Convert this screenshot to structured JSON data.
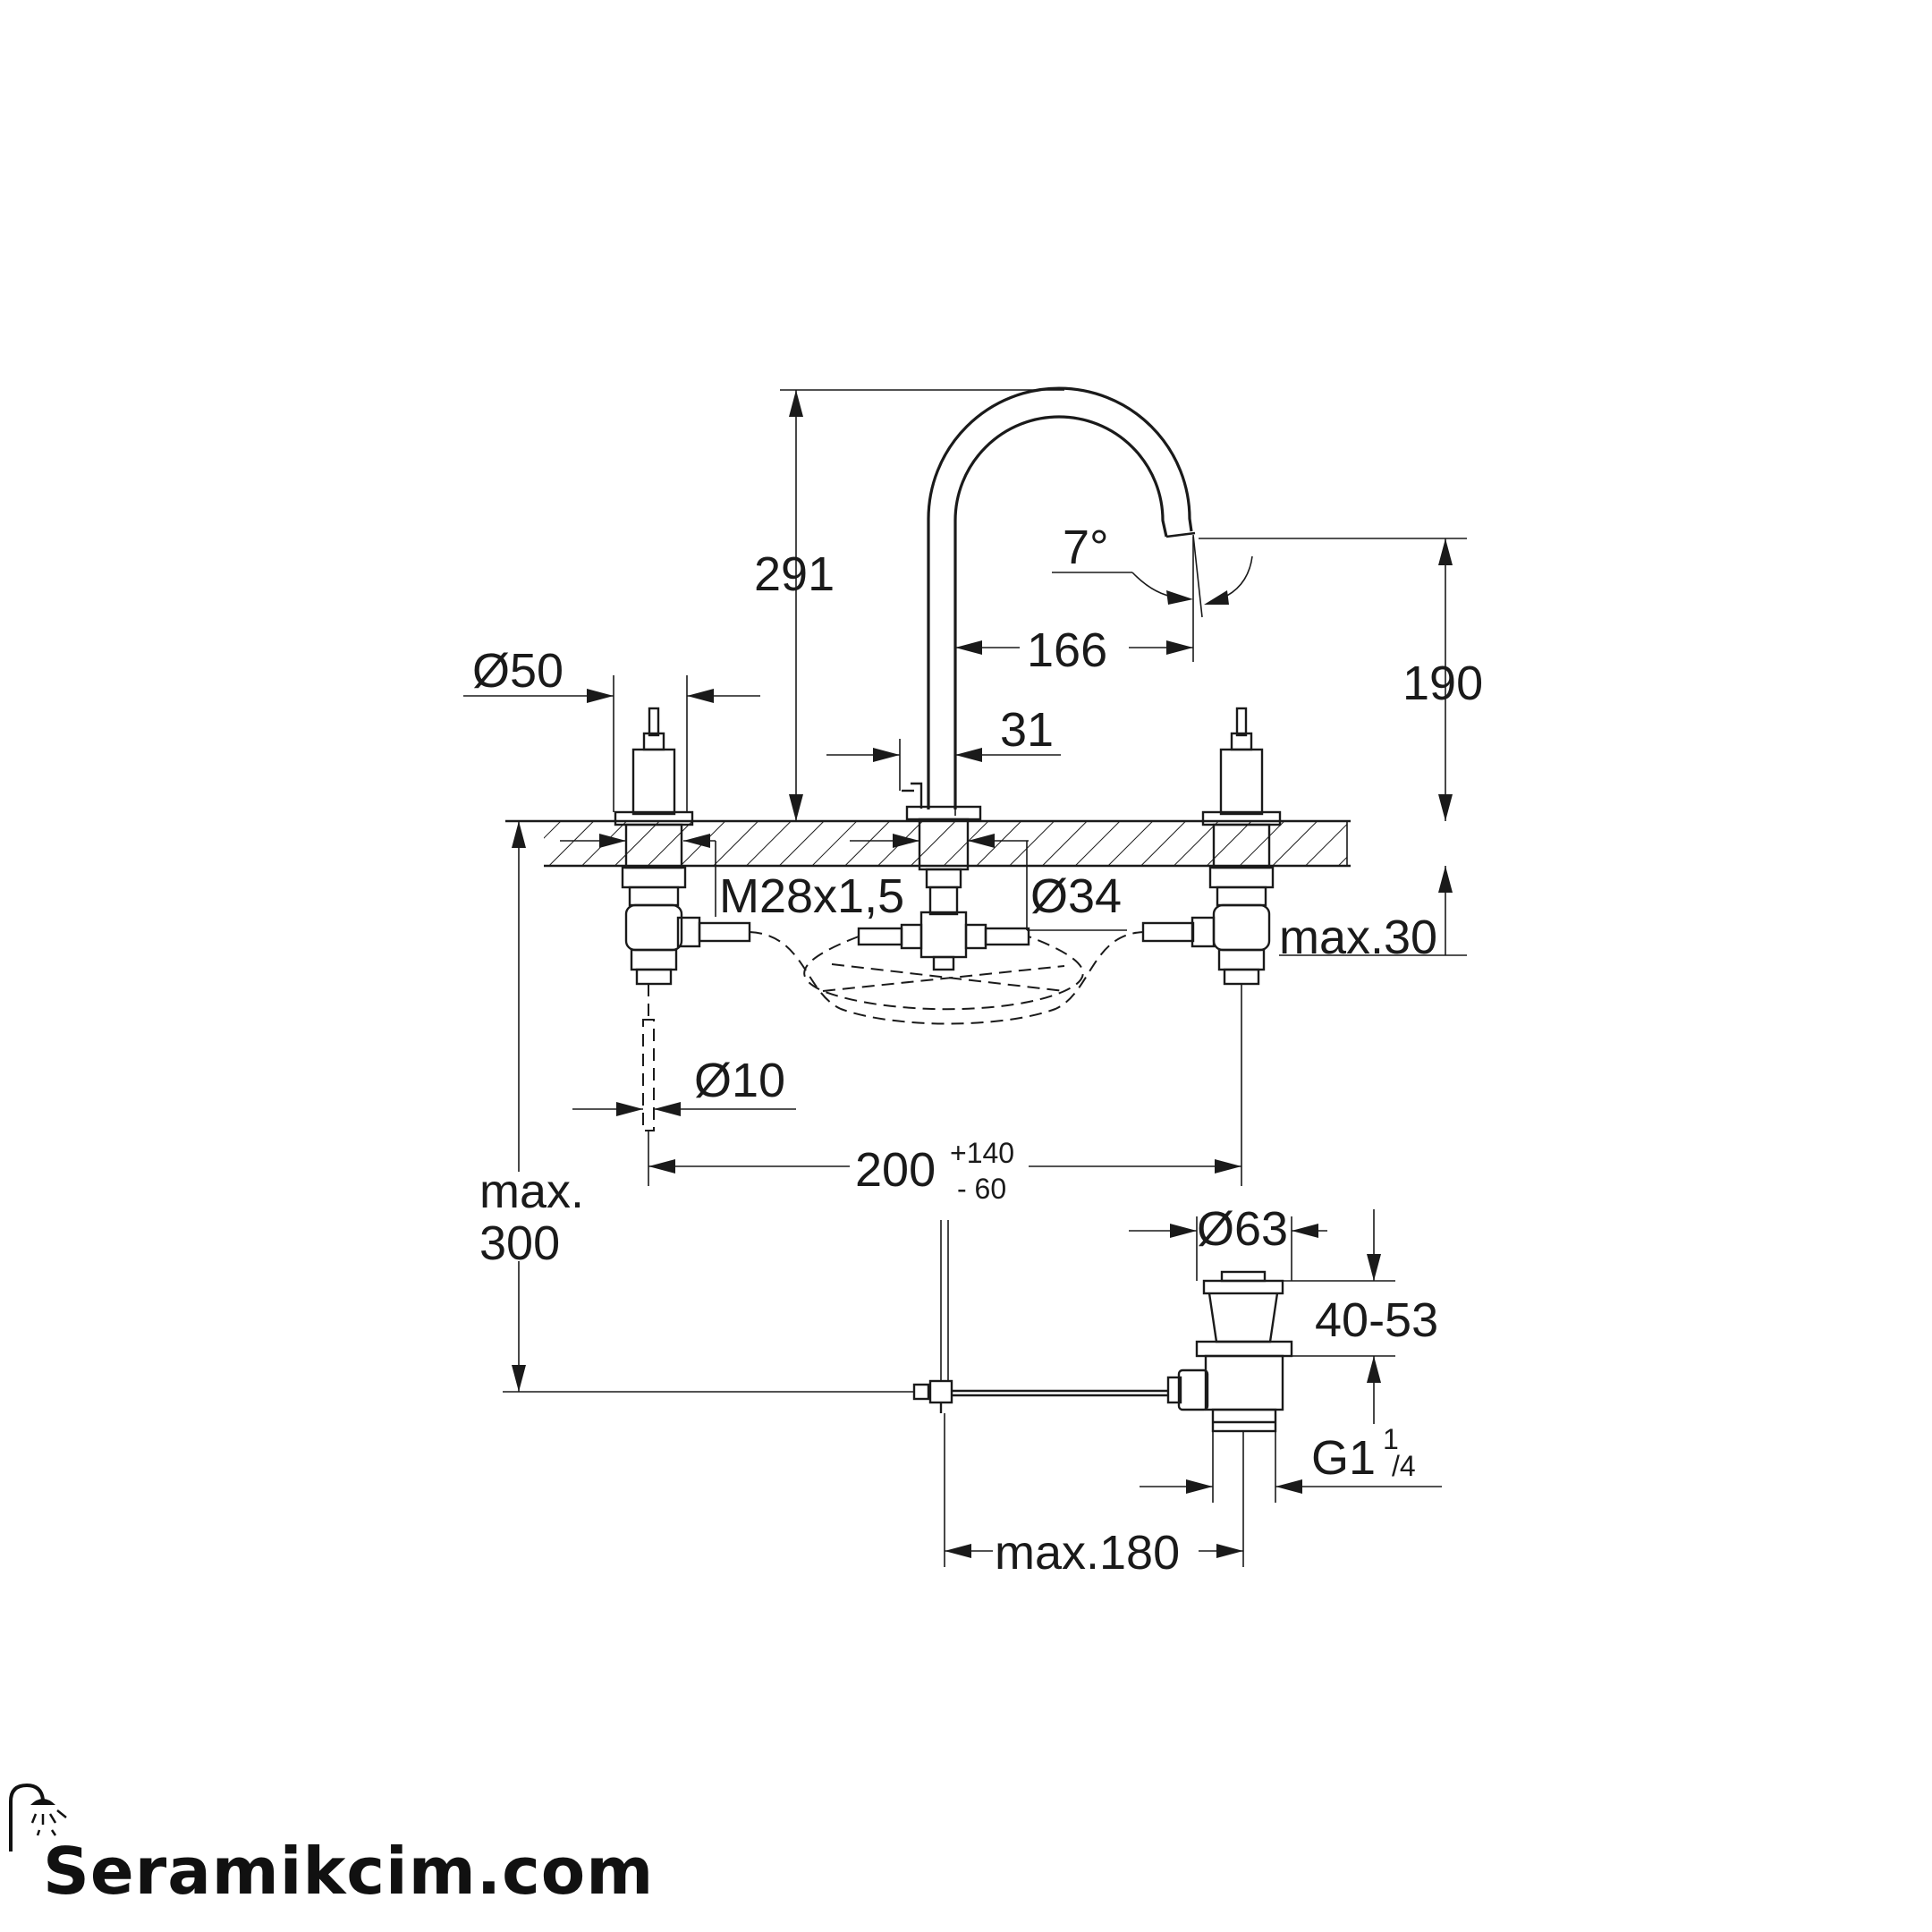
{
  "dimensions": {
    "total_height": "291",
    "spout_tilt": "7°",
    "spout_reach": "166",
    "spout_height": "190",
    "handle_diameter": "Ø50",
    "spout_base_width": "31",
    "thread": "M28x1,5",
    "spout_shank_diameter": "Ø34",
    "deck_thickness": "max.30",
    "tube_diameter": "Ø10",
    "spread_nominal": "200",
    "spread_plus": "+140",
    "spread_minus": "- 60",
    "max_depth_line1": "max.",
    "max_depth_line2": "300",
    "drain_diameter": "Ø63",
    "drain_range": "40-53",
    "drain_thread": "G1",
    "drain_thread_num": "1",
    "drain_thread_den": "/4",
    "drain_reach": "max.180"
  },
  "watermark": {
    "brand": "Seramikcim.com",
    "icon": "shower-head-icon"
  },
  "colors": {
    "line": "#1a1a1a",
    "background": "#ffffff"
  }
}
